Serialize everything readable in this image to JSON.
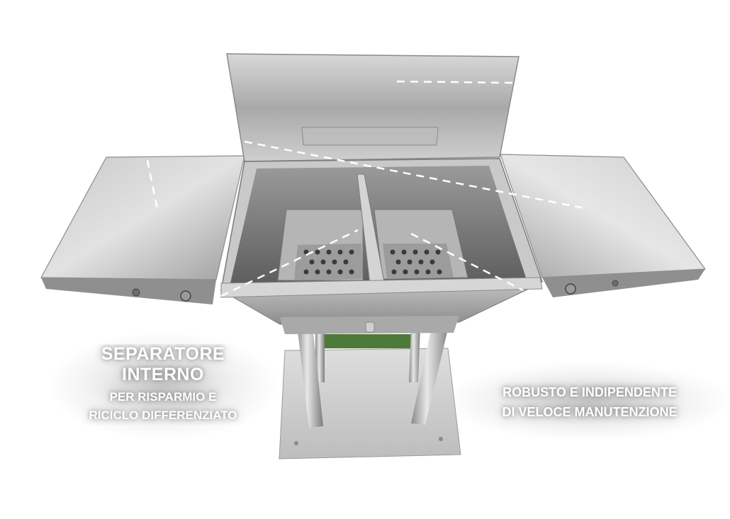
{
  "callouts": {
    "left": {
      "title_line1": "SEPARATORE",
      "title_line2": "INTERNO",
      "line1": "PER RISPARMIO E",
      "line2": "RICICLO DIFFERENZIATO"
    },
    "right": {
      "line1": "ROBUSTO E INDIPENDENTE",
      "line2": "DI VELOCE MANUTENZIONE"
    }
  },
  "colors": {
    "steel_light": "#e6e6e6",
    "steel_mid": "#b8b8b8",
    "steel_dark": "#7a7a7a",
    "grass": "#4d7a3a",
    "callout_text": "#ffffff"
  }
}
